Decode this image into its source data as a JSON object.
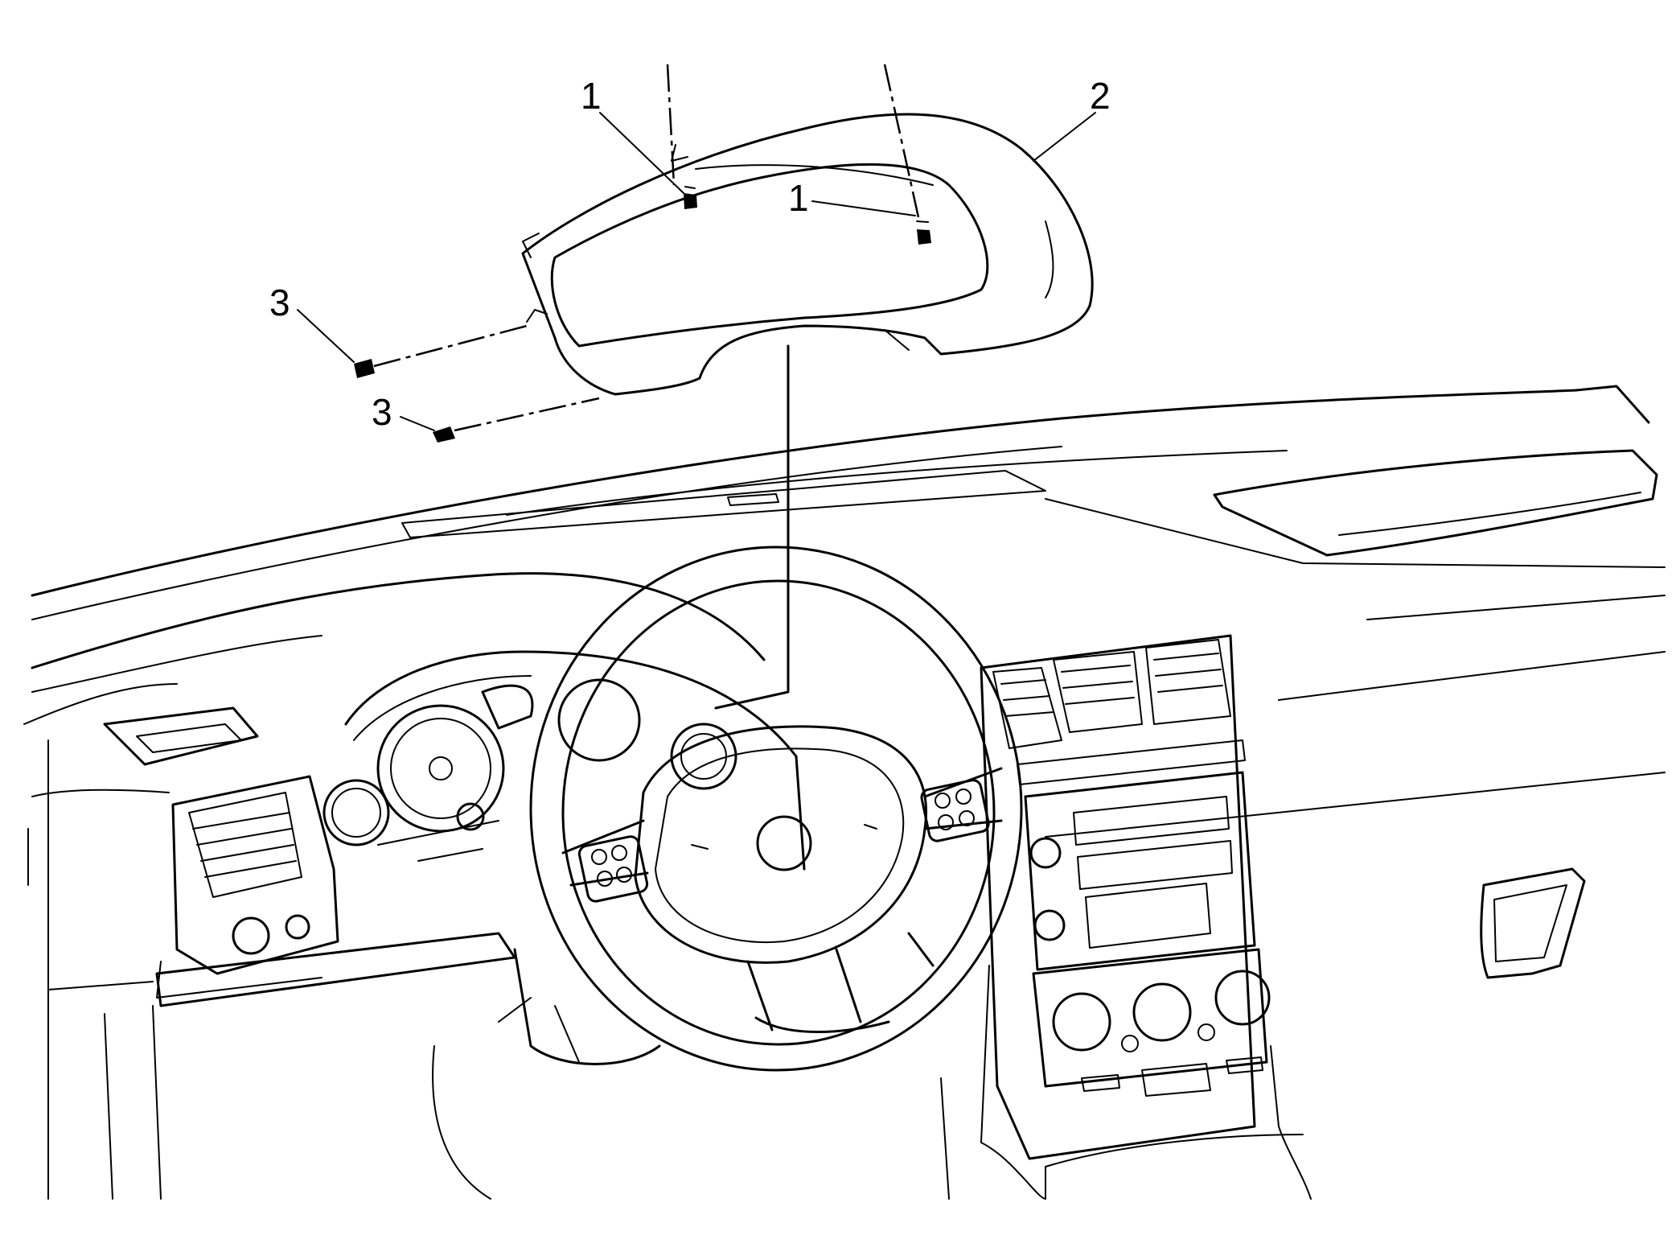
{
  "callouts": [
    {
      "id": "screw-1a",
      "label": "1"
    },
    {
      "id": "screw-1b",
      "label": "1"
    },
    {
      "id": "bezel",
      "label": "2"
    },
    {
      "id": "clip-3a",
      "label": "3"
    },
    {
      "id": "clip-3b",
      "label": "3"
    }
  ]
}
